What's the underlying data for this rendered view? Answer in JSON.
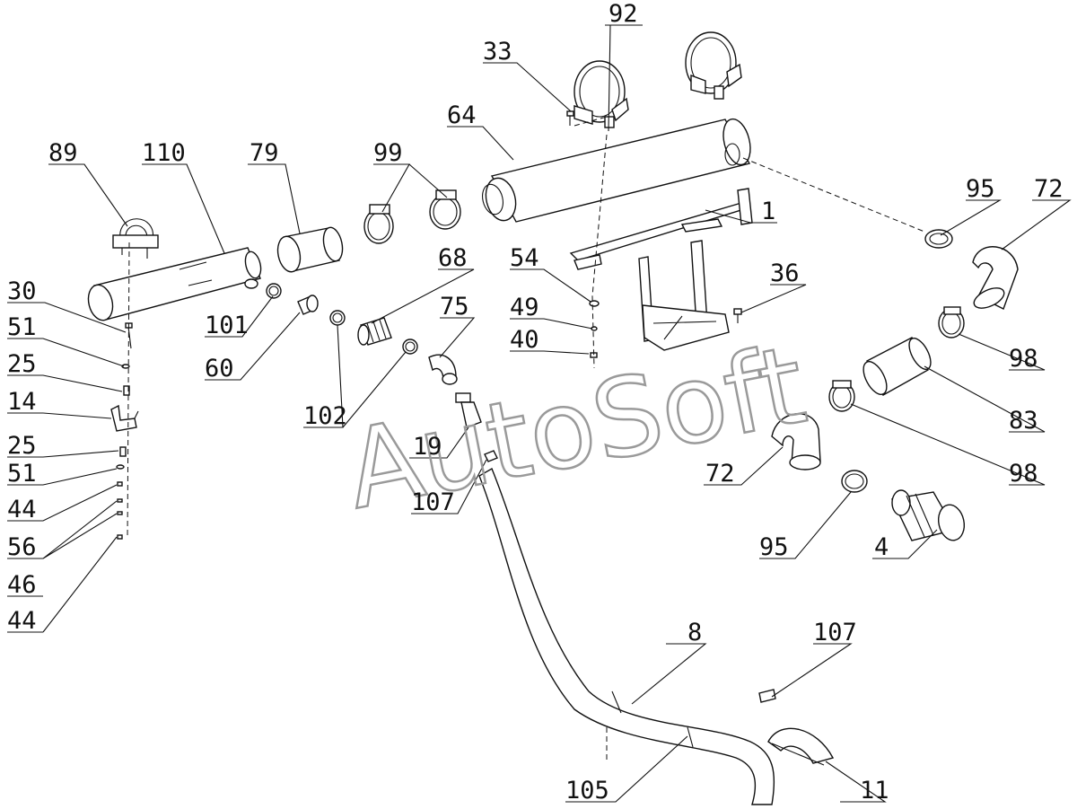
{
  "watermark": "AutoSoft",
  "callouts": {
    "c92": "92",
    "c33": "33",
    "c64": "64",
    "c89": "89",
    "c110": "110",
    "c79": "79",
    "c99": "99",
    "c95a": "95",
    "c72a": "72",
    "c1": "1",
    "c54": "54",
    "c68": "68",
    "c36": "36",
    "c30": "30",
    "c51a": "51",
    "c75": "75",
    "c49": "49",
    "c40": "40",
    "c101": "101",
    "c60": "60",
    "c25a": "25",
    "c14": "14",
    "c98a": "98",
    "c102": "102",
    "c83": "83",
    "c19": "19",
    "c25b": "25",
    "c51b": "51",
    "c72b": "72",
    "c98b": "98",
    "c107a": "107",
    "c44a": "44",
    "c56": "56",
    "c95b": "95",
    "c4": "4",
    "c46": "46",
    "c44b": "44",
    "c8": "8",
    "c107b": "107",
    "c105": "105",
    "c11": "11"
  }
}
